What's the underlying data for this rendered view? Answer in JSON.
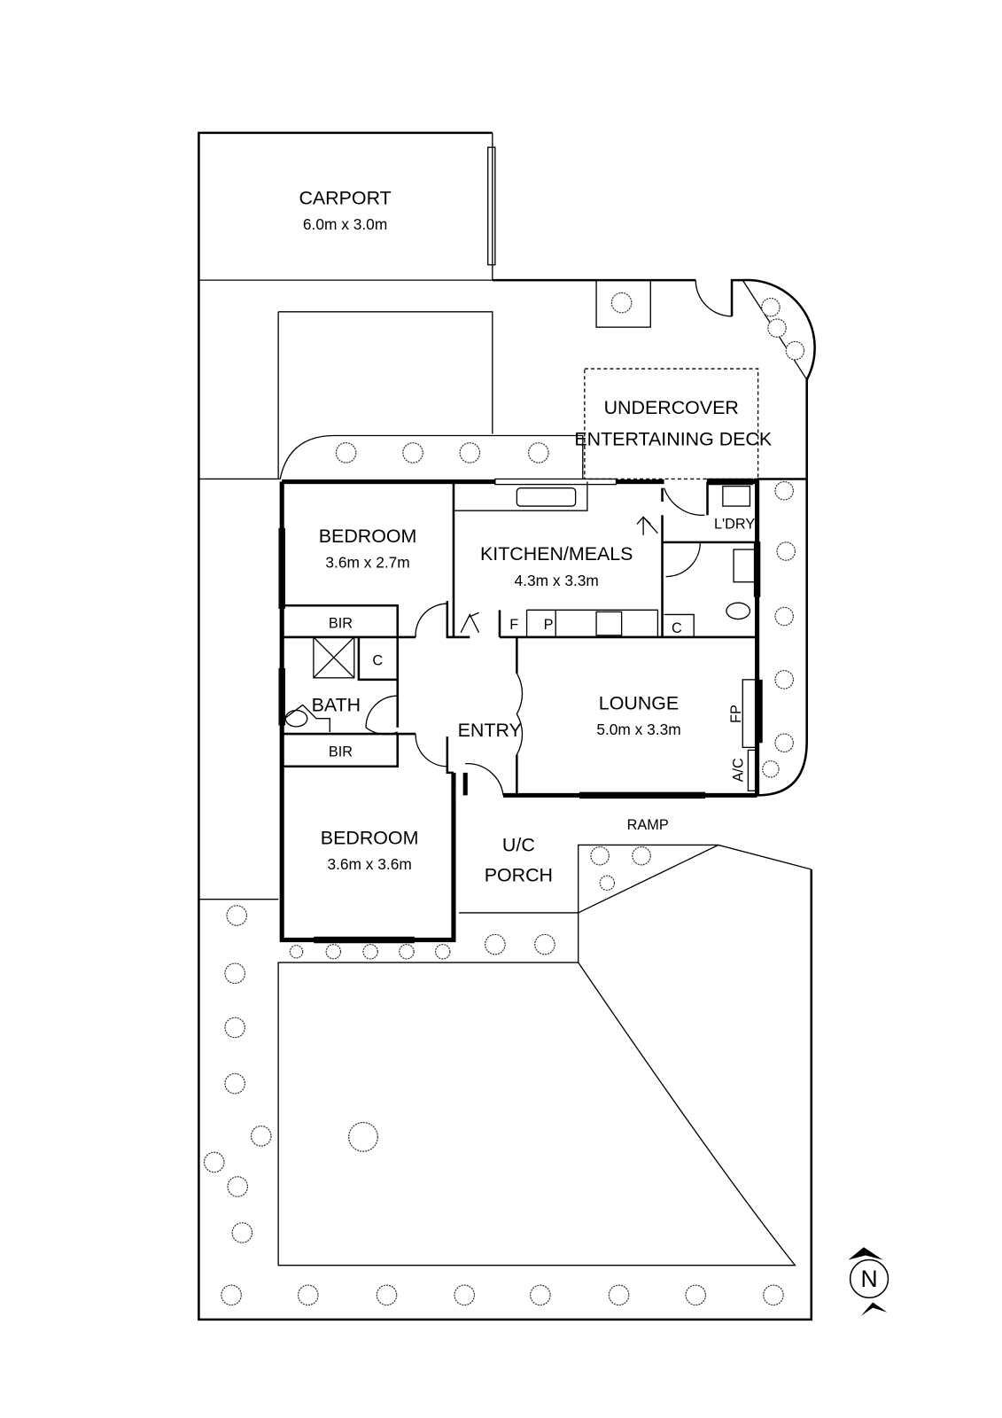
{
  "rooms": {
    "carport": {
      "name": "CARPORT",
      "size": "6.0m x 3.0m"
    },
    "deck": {
      "name_line1": "UNDERCOVER",
      "name_line2": "ENTERTAINING DECK"
    },
    "bedroom1": {
      "name": "BEDROOM",
      "size": "3.6m x 2.7m"
    },
    "kitchen": {
      "name": "KITCHEN/MEALS",
      "size": "4.3m x 3.3m"
    },
    "laundry": {
      "name": "L'DRY"
    },
    "bir1": {
      "name": "BIR"
    },
    "bir2": {
      "name": "BIR"
    },
    "bath": {
      "name": "BATH"
    },
    "linen_c": {
      "name": "C"
    },
    "kitchen_c": {
      "name": "C"
    },
    "fridge": {
      "name": "F"
    },
    "pantry": {
      "name": "P"
    },
    "entry": {
      "name": "ENTRY"
    },
    "lounge": {
      "name": "LOUNGE",
      "size": "5.0m x 3.3m"
    },
    "fireplace": {
      "name": "FP"
    },
    "aircon": {
      "name": "A/C"
    },
    "bedroom2": {
      "name": "BEDROOM",
      "size": "3.6m x 3.6m"
    },
    "porch": {
      "name_line1": "U/C",
      "name_line2": "PORCH"
    },
    "ramp": {
      "name": "RAMP"
    }
  },
  "compass": {
    "label": "N"
  }
}
